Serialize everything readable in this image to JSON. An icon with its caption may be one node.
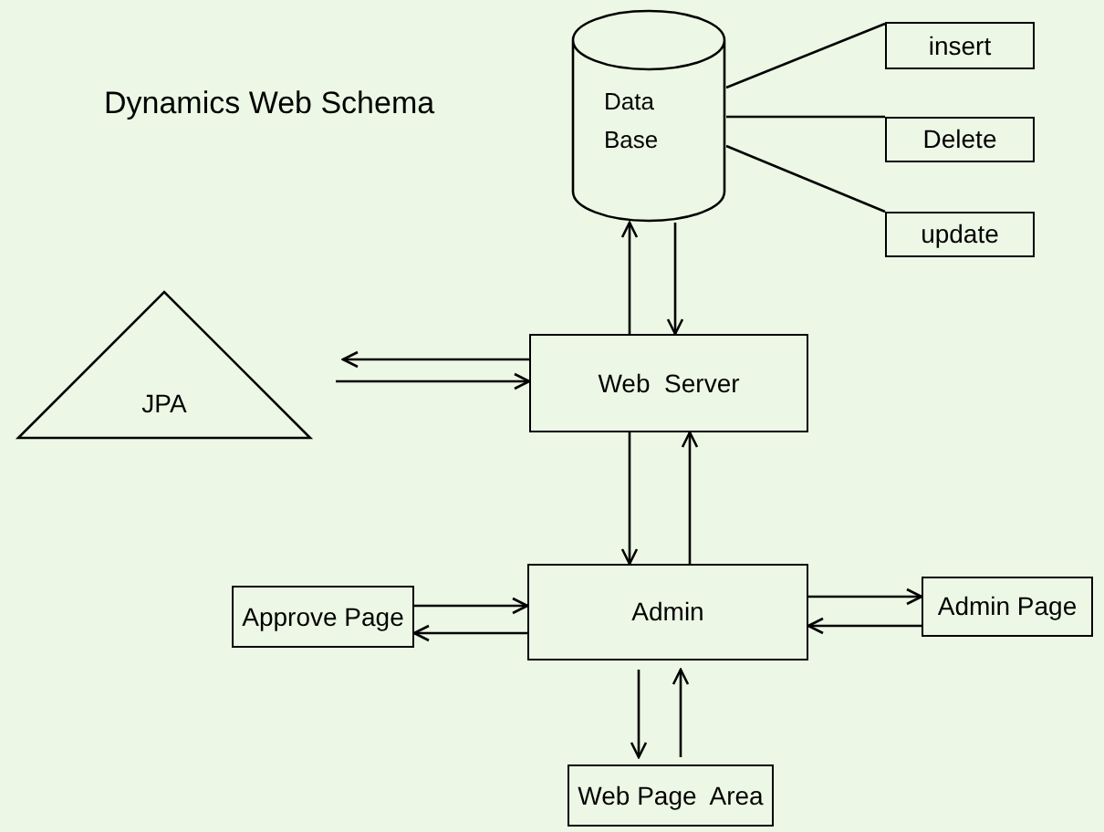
{
  "diagram": {
    "title": "Dynamics Web Schema",
    "nodes": [
      {
        "text": [
          "Data Base"
        ]
      },
      {
        "text": [
          "insert"
        ]
      },
      {
        "text": [
          "Delete"
        ]
      },
      {
        "text": [
          "update"
        ]
      },
      {
        "text": [
          "JPA"
        ]
      },
      {
        "text": [
          "Web  Server"
        ]
      },
      {
        "text": [
          "Approve Page"
        ]
      },
      {
        "text": [
          "Admin"
        ]
      },
      {
        "text": [
          "Admin Page"
        ]
      },
      {
        "text": [
          "Web Page  Area"
        ]
      }
    ],
    "edges": [
      {
        "from": 0,
        "to": 1,
        "arrow": "none"
      },
      {
        "from": 0,
        "to": 2,
        "arrow": "none"
      },
      {
        "from": 0,
        "to": 3,
        "arrow": "none"
      },
      {
        "from": 5,
        "to": 0,
        "arrow": "to"
      },
      {
        "from": 0,
        "to": 5,
        "arrow": "to"
      },
      {
        "from": 5,
        "to": 4,
        "arrow": "to"
      },
      {
        "from": 4,
        "to": 5,
        "arrow": "to"
      },
      {
        "from": 5,
        "to": 7,
        "arrow": "to"
      },
      {
        "from": 7,
        "to": 5,
        "arrow": "to"
      },
      {
        "from": 6,
        "to": 7,
        "arrow": "to"
      },
      {
        "from": 7,
        "to": 6,
        "arrow": "to"
      },
      {
        "from": 7,
        "to": 8,
        "arrow": "to"
      },
      {
        "from": 8,
        "to": 7,
        "arrow": "to"
      },
      {
        "from": 7,
        "to": 9,
        "arrow": "to"
      },
      {
        "from": 9,
        "to": 7,
        "arrow": "to"
      }
    ]
  }
}
